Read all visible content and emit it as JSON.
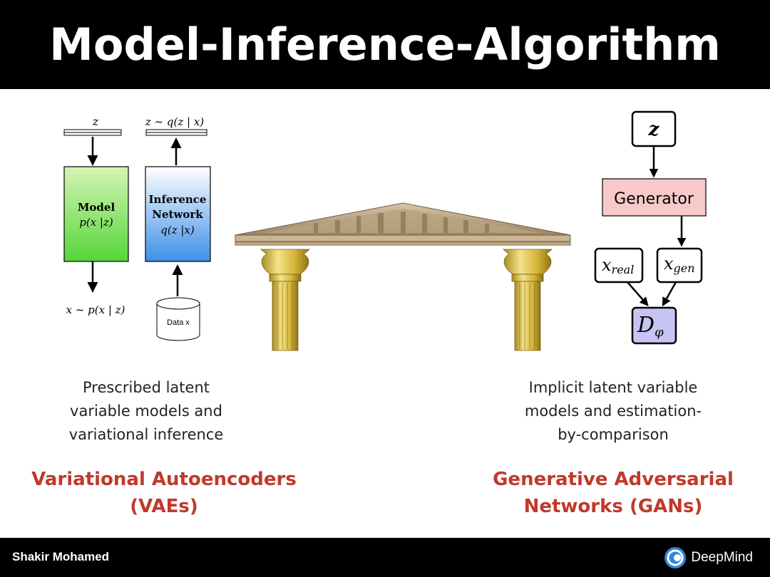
{
  "header": {
    "title": "Model-Inference-Algorithm"
  },
  "vae_diagram": {
    "latent_label": "z",
    "posterior_label": "z ~ q(z | x)",
    "model_title": "Model",
    "model_formula": "p(x |z)",
    "inference_title_line1": "Inference",
    "inference_title_line2": "Network",
    "inference_formula": "q(z |x)",
    "sample_label": "x ~ p(x | z)",
    "data_label": "Data x",
    "colors": {
      "model_top": "#d5f5b5",
      "model_bottom": "#55d63a",
      "inference_top": "#ffffff",
      "inference_bottom": "#3d8fe8"
    }
  },
  "gan_diagram": {
    "latent_label": "z",
    "generator_label": "Generator",
    "real_label": "x",
    "real_subscript": "real",
    "gen_label": "x",
    "gen_subscript": "gen",
    "discriminator_label": "D",
    "discriminator_subscript": "φ",
    "colors": {
      "generator_fill": "#f8c9c9",
      "discriminator_fill": "#c7c3f4"
    }
  },
  "left_panel": {
    "description_lines": [
      "Prescribed latent",
      "variable models and",
      "variational inference"
    ],
    "method_lines": [
      "Variational Autoencoders",
      "(VAEs)"
    ]
  },
  "right_panel": {
    "description_lines": [
      "Implicit latent variable",
      "models and estimation-",
      "by-comparison"
    ],
    "method_lines": [
      "Generative Adversarial",
      "Networks (GANs)"
    ]
  },
  "footer": {
    "author": "Shakir Mohamed",
    "brand": "DeepMind"
  },
  "icons": {
    "temple": "temple-pediment-icon",
    "logo": "deepmind-logo-icon"
  },
  "colors": {
    "accent": "#c0392b",
    "header_bg": "#000000",
    "footer_bg": "#000000"
  }
}
